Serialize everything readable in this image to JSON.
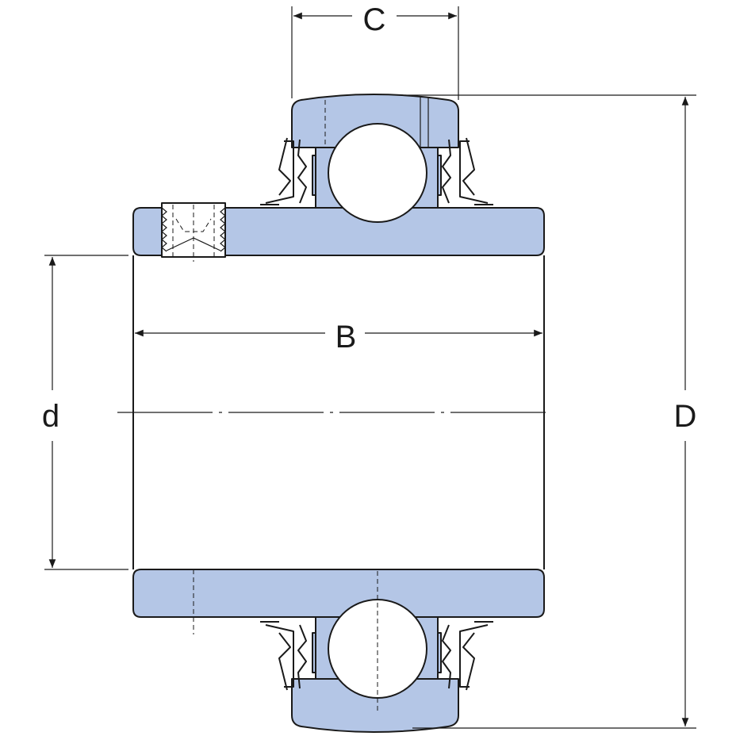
{
  "colors": {
    "part_fill": "#b4c6e6",
    "line": "#1a1a1a",
    "background": "#ffffff"
  },
  "dimensions": {
    "C": "C",
    "B": "B",
    "d": "d",
    "D": "D"
  }
}
